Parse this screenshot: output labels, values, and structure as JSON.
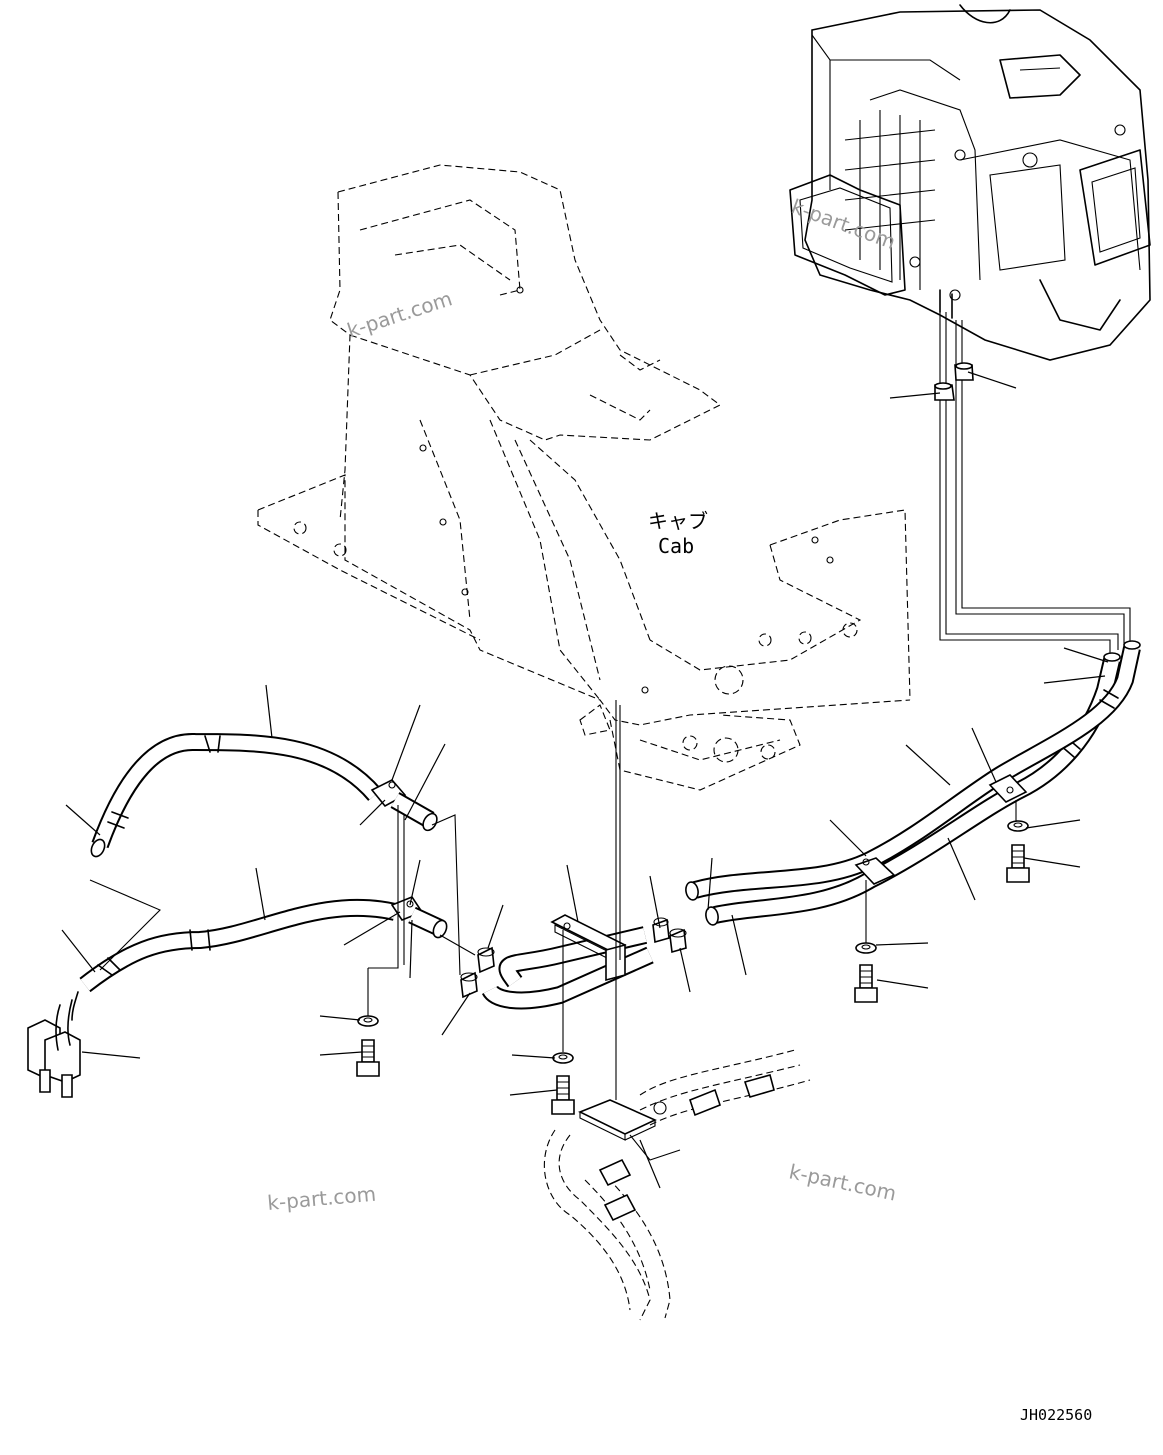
{
  "labels": {
    "cab_jp": "キャブ",
    "cab_en": "Cab",
    "drawing_id": "JH022560"
  },
  "watermarks": [
    "k-part.com",
    "k-part.com",
    "k-part.com",
    "k-part.com"
  ]
}
